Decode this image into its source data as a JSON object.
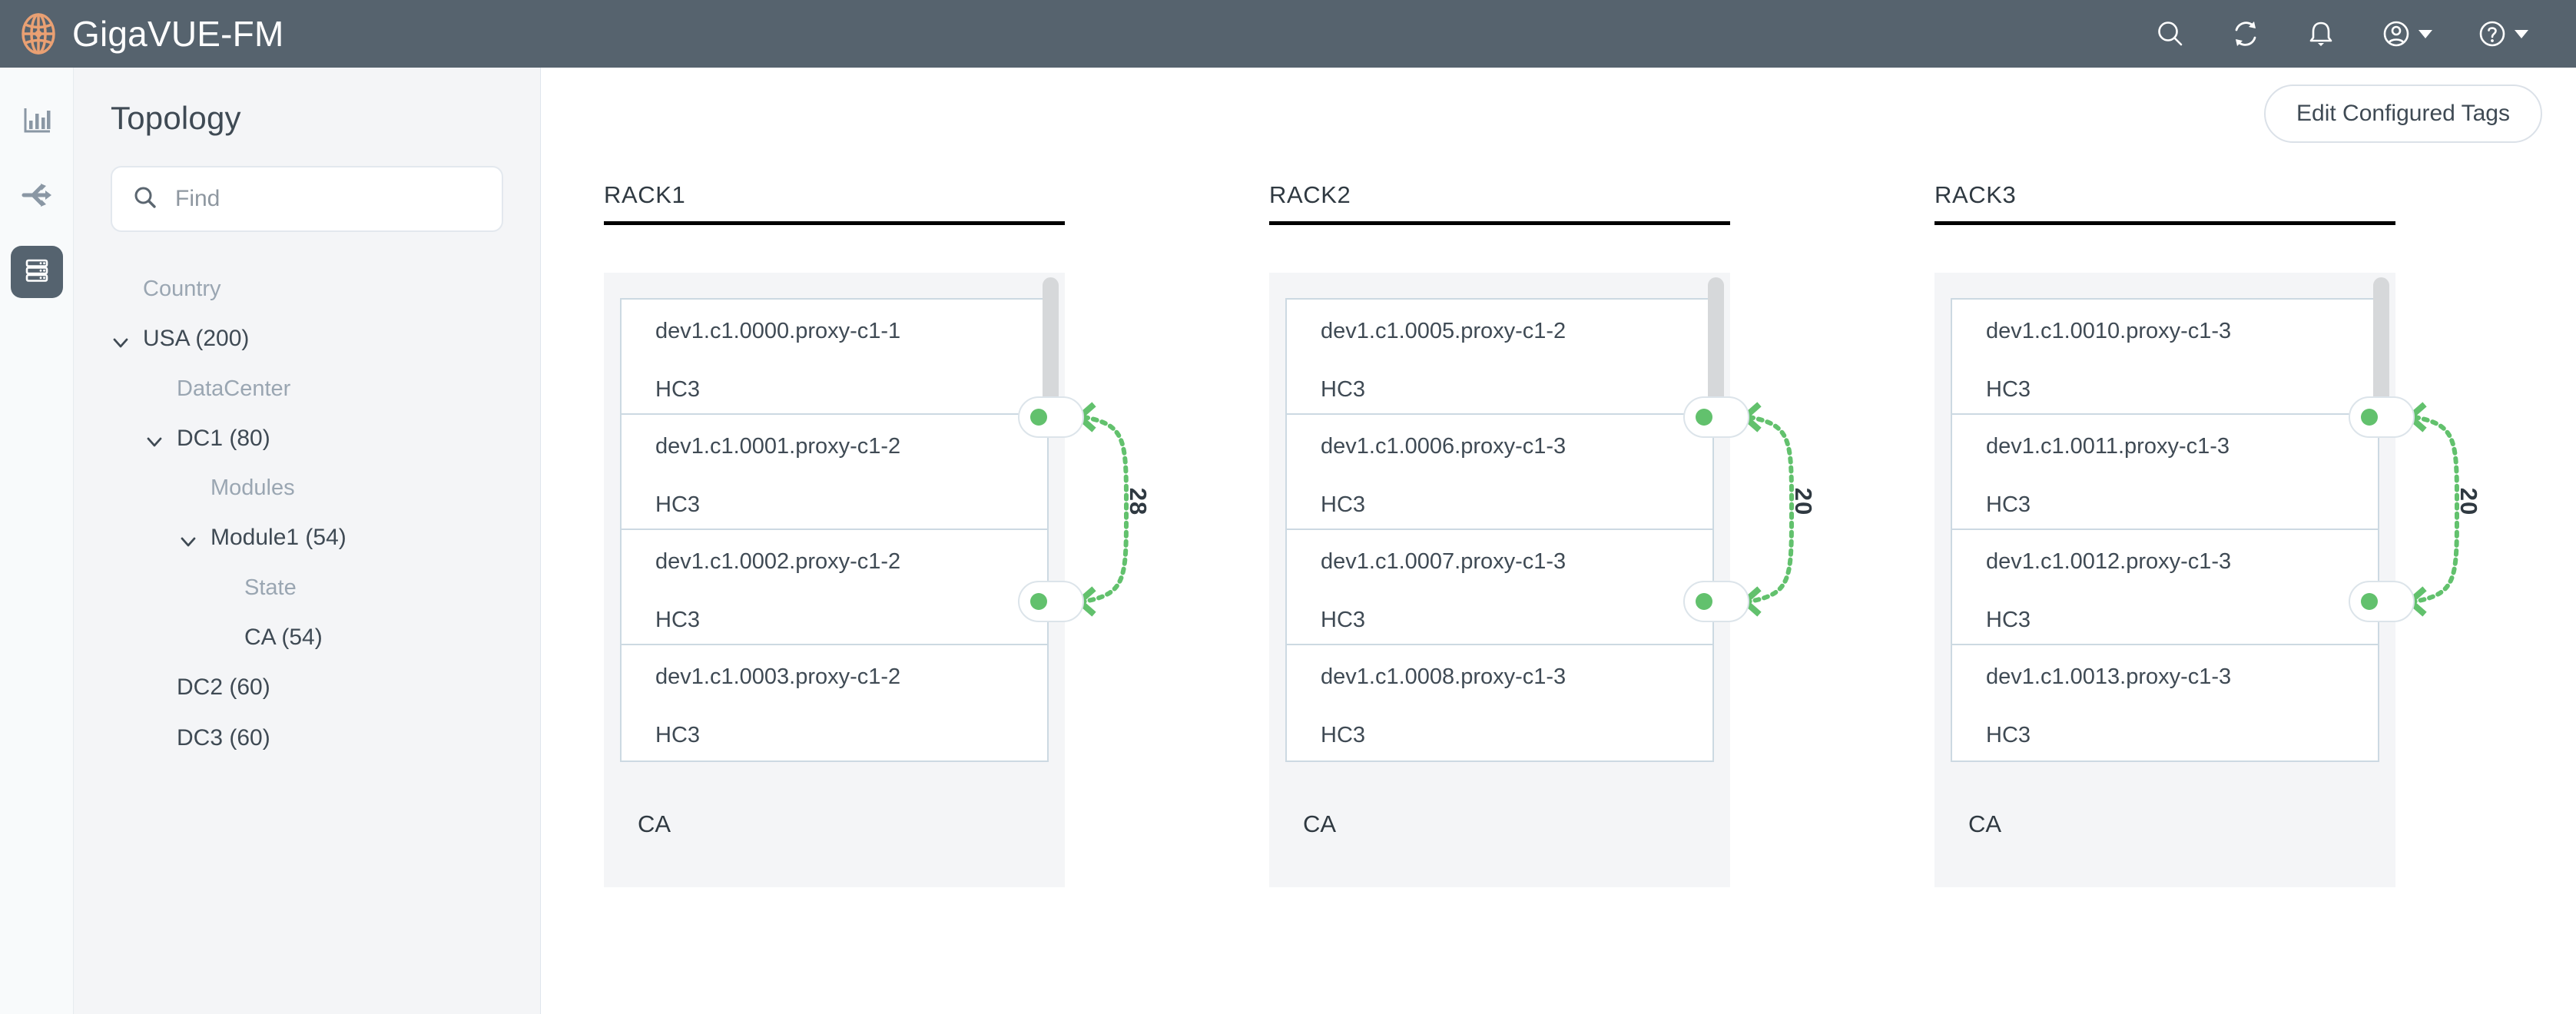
{
  "header": {
    "brand": "GigaVUE-FM",
    "logo_icon": "globe-icon",
    "actions": [
      {
        "name": "search-icon",
        "label": "Search"
      },
      {
        "name": "refresh-icon",
        "label": "Refresh"
      },
      {
        "name": "notification-icon",
        "label": "Notifications"
      },
      {
        "name": "user-account-icon",
        "label": "Account"
      },
      {
        "name": "help-icon",
        "label": "Help"
      }
    ],
    "background": "#56636e"
  },
  "rail": {
    "items": [
      {
        "name": "dashboard-icon",
        "label": "Dashboard",
        "active": false
      },
      {
        "name": "traffic-icon",
        "label": "Traffic",
        "active": false
      },
      {
        "name": "inventory-icon",
        "label": "Inventory",
        "active": true
      }
    ],
    "active_background": "#55636f"
  },
  "panel": {
    "title": "Topology",
    "search": {
      "placeholder": "Find",
      "value": "",
      "icon": "search-icon"
    },
    "tree": [
      {
        "type": "group",
        "label": "Country",
        "indent": 0
      },
      {
        "type": "node",
        "label": "USA (200)",
        "indent": 0,
        "expanded": true
      },
      {
        "type": "group",
        "label": "DataCenter",
        "indent": 1
      },
      {
        "type": "node",
        "label": "DC1 (80)",
        "indent": 1,
        "expanded": true
      },
      {
        "type": "group",
        "label": "Modules",
        "indent": 2
      },
      {
        "type": "node",
        "label": "Module1 (54)",
        "indent": 2,
        "expanded": true
      },
      {
        "type": "group",
        "label": "State",
        "indent": 3
      },
      {
        "type": "node",
        "label": "CA (54)",
        "indent": 3,
        "expanded": null
      },
      {
        "type": "node",
        "label": "DC2 (60)",
        "indent": 1,
        "expanded": null
      },
      {
        "type": "node",
        "label": "DC3 (60)",
        "indent": 1,
        "expanded": null
      }
    ]
  },
  "toolbar": {
    "edit_tags_label": "Edit Configured Tags"
  },
  "racks": [
    {
      "title": "RACK1",
      "footer": "CA",
      "devices": [
        {
          "name": "dev1.c1.0000.proxy-c1-1",
          "model": "HC3"
        },
        {
          "name": "dev1.c1.0001.proxy-c1-2",
          "model": "HC3"
        },
        {
          "name": "dev1.c1.0002.proxy-c1-2",
          "model": "HC3"
        },
        {
          "name": "dev1.c1.0003.proxy-c1-2",
          "model": "HC3"
        }
      ],
      "link": {
        "count": "28",
        "status_color": "#62c16d"
      }
    },
    {
      "title": "RACK2",
      "footer": "CA",
      "devices": [
        {
          "name": "dev1.c1.0005.proxy-c1-2",
          "model": "HC3"
        },
        {
          "name": "dev1.c1.0006.proxy-c1-3",
          "model": "HC3"
        },
        {
          "name": "dev1.c1.0007.proxy-c1-3",
          "model": "HC3"
        },
        {
          "name": "dev1.c1.0008.proxy-c1-3",
          "model": "HC3"
        }
      ],
      "link": {
        "count": "20",
        "status_color": "#62c16d"
      }
    },
    {
      "title": "RACK3",
      "footer": "CA",
      "devices": [
        {
          "name": "dev1.c1.0010.proxy-c1-3",
          "model": "HC3"
        },
        {
          "name": "dev1.c1.0011.proxy-c1-3",
          "model": "HC3"
        },
        {
          "name": "dev1.c1.0012.proxy-c1-3",
          "model": "HC3"
        },
        {
          "name": "dev1.c1.0013.proxy-c1-3",
          "model": "HC3"
        }
      ],
      "link": {
        "count": "20",
        "status_color": "#62c16d"
      }
    }
  ]
}
